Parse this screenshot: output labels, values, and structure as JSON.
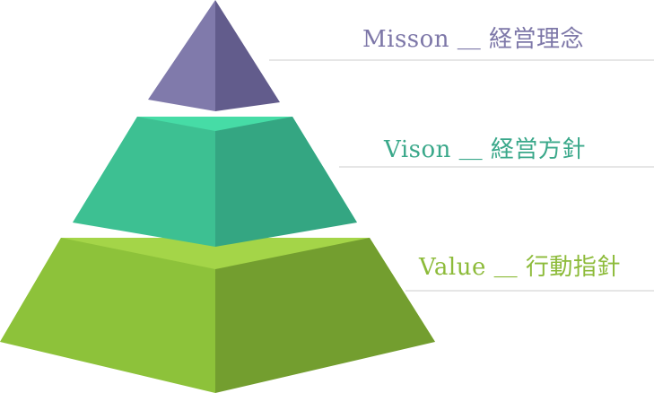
{
  "colors": {
    "mission": "#7d77a8",
    "vision": "#3aa88a",
    "value": "#8dbb3a",
    "rule": "#d8d8d8"
  },
  "tiers": [
    {
      "id": "mission",
      "label": "Misson ＿ 経営理念"
    },
    {
      "id": "vision",
      "label": "Vison ＿ 経営方針"
    },
    {
      "id": "value",
      "label": "Value ＿ 行動指針"
    }
  ]
}
